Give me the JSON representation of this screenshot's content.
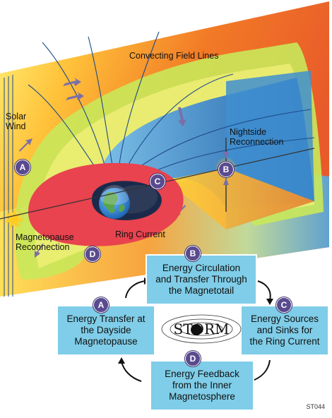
{
  "labels": {
    "convecting": "Convecting Field Lines",
    "solar_wind": "Solar\nWind",
    "nightside": "Nightside\nReconnection",
    "ring_current": "Ring Current",
    "magnetopause": "Magnetopause\nReconnection"
  },
  "markers": [
    "A",
    "B",
    "C",
    "D"
  ],
  "cycle": {
    "b": {
      "badge": "B",
      "text": "Energy Circulation\nand Transfer Through\nthe Magnetotail"
    },
    "a": {
      "badge": "A",
      "text": "Energy Transfer at\nthe Dayside\nMagnetopause"
    },
    "c": {
      "badge": "C",
      "text": "Energy Sources\nand Sinks for\nthe Ring Current"
    },
    "d": {
      "badge": "D",
      "text": "Energy Feedback\nfrom the Inner\nMagnetosphere"
    }
  },
  "logo_text": "STORM",
  "figure_code": "ST044",
  "colors": {
    "ring": "#e8434f",
    "box": "#7fcde8",
    "badge": "#5a4a8f",
    "field_green": "#a7d84a",
    "tail_blue": "#2e7fc6"
  }
}
